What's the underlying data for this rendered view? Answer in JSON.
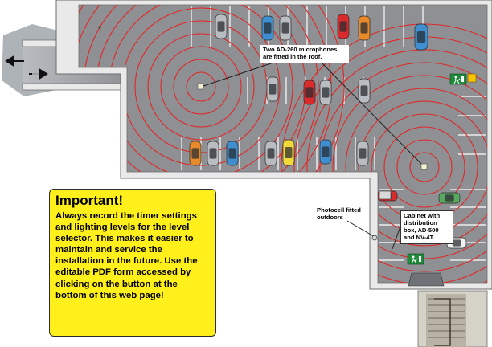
{
  "labels": {
    "microphones": "Two AD-260 microphones are fitted in the roof.",
    "photocell": "Photocell fitted outdoors",
    "cabinet": "Cabinet with distribution box, AD-500 and NV-4T."
  },
  "important": {
    "title": "Important!",
    "body": "Always record the timer settings and lighting levels for the level selector. This makes it easier to maintain and service the installation in the future. Use the editable PDF form accessed by clicking on the button at the bottom of this web page!"
  },
  "icons": {
    "microphone": "microphone-icon",
    "exit_sign": "emergency-exit-sign-icon",
    "arrow": "direction-arrow-icon",
    "car": "car-icon",
    "cabinet": "cabinet-icon",
    "photocell": "photocell-icon"
  },
  "colors": {
    "floor": "#8e9093",
    "wall": "#e9e9e9",
    "wall_edge": "#6d6d6d",
    "ramp": "#9da0a4",
    "sound_rings": "#e32626",
    "note_fill": "#ffef1a",
    "exit_sign": "#1e8a3a",
    "car_red": "#d92b2b",
    "car_blue": "#3f8fd0",
    "car_orange": "#e98a2a",
    "car_yellow": "#f2d93a",
    "car_grey": "#b9bcc0",
    "car_green": "#5aa860",
    "car_white": "#f3f3f3"
  }
}
